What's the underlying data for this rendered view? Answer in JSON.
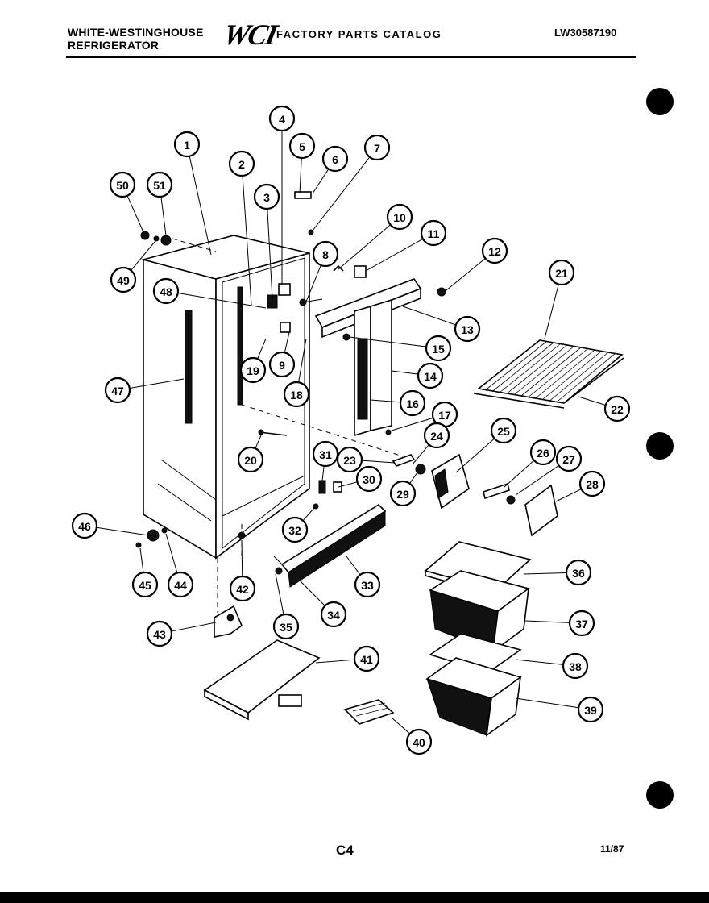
{
  "header": {
    "brand_line1": "WHITE-WESTINGHOUSE",
    "brand_line2": "REFRIGERATOR",
    "logo": "WCI",
    "catalog_title": "FACTORY PARTS CATALOG",
    "model_number": "LW30587190"
  },
  "footer": {
    "page_code": "C4",
    "date_code": "11/87"
  },
  "callouts": [
    {
      "id": "c1",
      "label": "1"
    },
    {
      "id": "c2",
      "label": "2"
    },
    {
      "id": "c3",
      "label": "3"
    },
    {
      "id": "c4",
      "label": "4"
    },
    {
      "id": "c5",
      "label": "5"
    },
    {
      "id": "c6",
      "label": "6"
    },
    {
      "id": "c7",
      "label": "7"
    },
    {
      "id": "c8",
      "label": "8"
    },
    {
      "id": "c9",
      "label": "9"
    },
    {
      "id": "c10",
      "label": "10"
    },
    {
      "id": "c11",
      "label": "11"
    },
    {
      "id": "c12",
      "label": "12"
    },
    {
      "id": "c13",
      "label": "13"
    },
    {
      "id": "c14",
      "label": "14"
    },
    {
      "id": "c15",
      "label": "15"
    },
    {
      "id": "c16",
      "label": "16"
    },
    {
      "id": "c17",
      "label": "17"
    },
    {
      "id": "c18",
      "label": "18"
    },
    {
      "id": "c19",
      "label": "19"
    },
    {
      "id": "c20",
      "label": "20"
    },
    {
      "id": "c21",
      "label": "21"
    },
    {
      "id": "c22",
      "label": "22"
    },
    {
      "id": "c23",
      "label": "23"
    },
    {
      "id": "c24",
      "label": "24"
    },
    {
      "id": "c25",
      "label": "25"
    },
    {
      "id": "c26",
      "label": "26"
    },
    {
      "id": "c27",
      "label": "27"
    },
    {
      "id": "c28",
      "label": "28"
    },
    {
      "id": "c29",
      "label": "29"
    },
    {
      "id": "c30",
      "label": "30"
    },
    {
      "id": "c31",
      "label": "31"
    },
    {
      "id": "c32",
      "label": "32"
    },
    {
      "id": "c33",
      "label": "33"
    },
    {
      "id": "c34",
      "label": "34"
    },
    {
      "id": "c35",
      "label": "35"
    },
    {
      "id": "c36",
      "label": "36"
    },
    {
      "id": "c37",
      "label": "37"
    },
    {
      "id": "c38",
      "label": "38"
    },
    {
      "id": "c39",
      "label": "39"
    },
    {
      "id": "c40",
      "label": "40"
    },
    {
      "id": "c41",
      "label": "41"
    },
    {
      "id": "c42",
      "label": "42"
    },
    {
      "id": "c43",
      "label": "43"
    },
    {
      "id": "c44",
      "label": "44"
    },
    {
      "id": "c45",
      "label": "45"
    },
    {
      "id": "c46",
      "label": "46"
    },
    {
      "id": "c47",
      "label": "47"
    },
    {
      "id": "c48",
      "label": "48"
    },
    {
      "id": "c49",
      "label": "49"
    },
    {
      "id": "c50",
      "label": "50"
    },
    {
      "id": "c51",
      "label": "51"
    }
  ]
}
